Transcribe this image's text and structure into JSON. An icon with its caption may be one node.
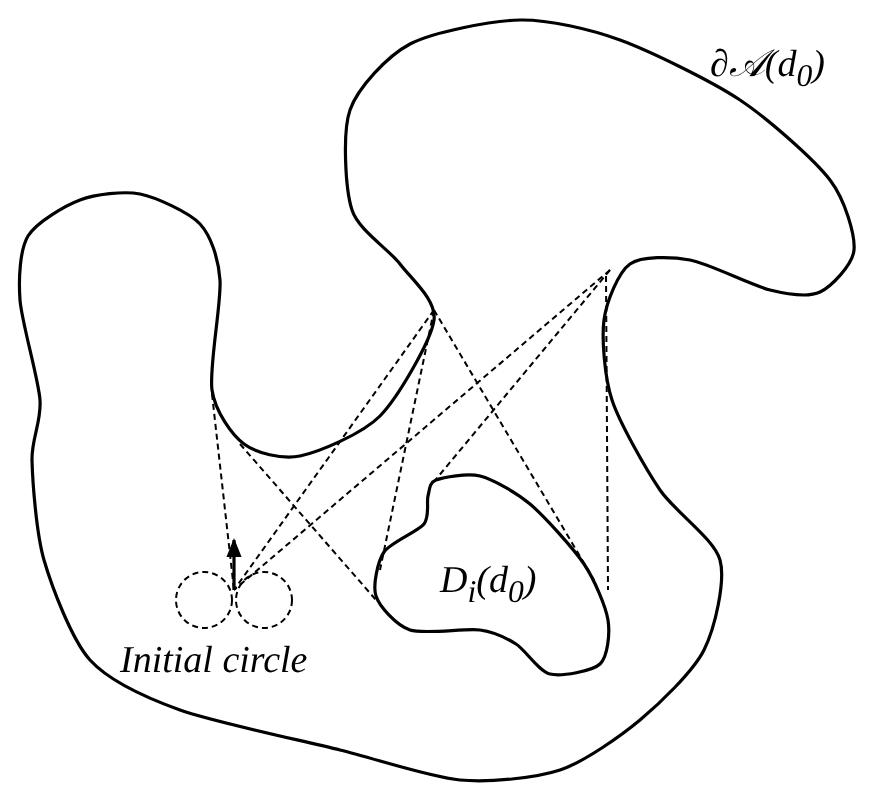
{
  "diagram": {
    "nodes": [
      {
        "text": [
          "∂𝒜(d$_{0}$)"
        ]
      },
      {
        "text": [
          "D$_{i}$(d$_{0}$)"
        ],
        "in": 0
      }
    ],
    "edges": [
      {
        "from": 0,
        "to": 1,
        "arrow": "none",
        "style": "dashed"
      },
      {
        "from": 0,
        "to": 1,
        "arrow": "none",
        "style": "dashed"
      },
      {
        "from": 0,
        "to": 1,
        "arrow": "none",
        "style": "dashed"
      },
      {
        "from": 0,
        "to": 1,
        "arrow": "none",
        "style": "dashed"
      },
      {
        "from": 0,
        "to": 1,
        "arrow": "none",
        "style": "dashed"
      }
    ],
    "labels": [
      "Initial circle"
    ]
  }
}
